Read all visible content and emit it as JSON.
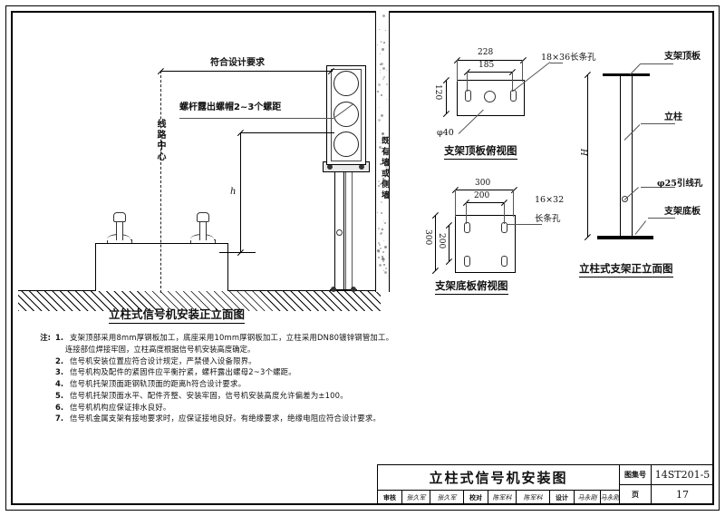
{
  "sheet": {
    "drawing_type": "engineering-drawing",
    "language": "zh-CN"
  },
  "elevation": {
    "title": "立柱式信号机安装正立面图",
    "dim_design": "符合设计要求",
    "note_bolt": "螺杆露出螺帽2~3个螺距",
    "centerline_label": "线路中心",
    "wall_label": "既有墙或侧墙",
    "height_symbol": "h"
  },
  "top_plate_view": {
    "title": "支架顶板俯视图",
    "dim_width": "228",
    "dim_inner": "185",
    "dim_height": "120",
    "hole_label": "φ40",
    "slot_label": "18×36长条孔"
  },
  "base_plate_view": {
    "title": "支架底板俯视图",
    "dim_width": "300",
    "dim_inner_w": "200",
    "dim_height": "300",
    "dim_inner_h": "200",
    "slot_label_1": "16×32",
    "slot_label_2": "长条孔"
  },
  "column_view": {
    "title": "立柱式支架正立面图",
    "label_top_plate": "支架顶板",
    "label_column": "立柱",
    "label_hole": "φ25引线孔",
    "label_base_plate": "支架底板",
    "dim_height": "H"
  },
  "notes": {
    "tag": "注:",
    "items": [
      {
        "num": "1.",
        "text": "支架顶部采用8mm厚钢板加工，底座采用10mm厚钢板加工，立柱采用DN80镀锌钢管加工。",
        "cont": "连接部位焊接牢固，立柱高度根据信号机安装高度确定。"
      },
      {
        "num": "2.",
        "text": "信号机安装位置应符合设计规定，严禁侵入设备限界。",
        "cont": ""
      },
      {
        "num": "3.",
        "text": "信号机构及配件的紧固件应平衡拧紧，螺杆露出螺母2~3个螺距。",
        "cont": ""
      },
      {
        "num": "4.",
        "text": "信号机托架顶面距钢轨顶面的距离h符合设计要求。",
        "cont": ""
      },
      {
        "num": "5.",
        "text": "信号机托架顶面水平、配件齐整、安装牢固，信号机安装高度允许偏差为±100。",
        "cont": ""
      },
      {
        "num": "6.",
        "text": "信号机机构应保证排水良好。",
        "cont": ""
      },
      {
        "num": "7.",
        "text": "信号机金属支架有接地要求时，应保证接地良好。有绝缘要求，绝缘电阻应符合设计要求。",
        "cont": ""
      }
    ]
  },
  "title_block": {
    "drawing_name": "立柱式信号机安装图",
    "atlas_key": "图集号",
    "atlas_value": "14ST201-5",
    "page_key": "页",
    "page_value": "17",
    "signatures": [
      {
        "role": "审核",
        "name": "张久军"
      },
      {
        "role": "",
        "name": "张久军"
      },
      {
        "role": "校对",
        "name": "陈军科"
      },
      {
        "role": "",
        "name": "陈军科"
      },
      {
        "role": "设计",
        "name": "马永刚"
      },
      {
        "role": "",
        "name": "马永刚"
      }
    ],
    "sign_cells": [
      {
        "label": "审核"
      },
      {
        "label": "张久军"
      },
      {
        "label": "张久军"
      },
      {
        "label": "校对"
      },
      {
        "label": "陈军科"
      },
      {
        "label": "陈军科"
      },
      {
        "label": "设计"
      },
      {
        "label": "马永刚"
      },
      {
        "label": "马永刚"
      }
    ]
  }
}
